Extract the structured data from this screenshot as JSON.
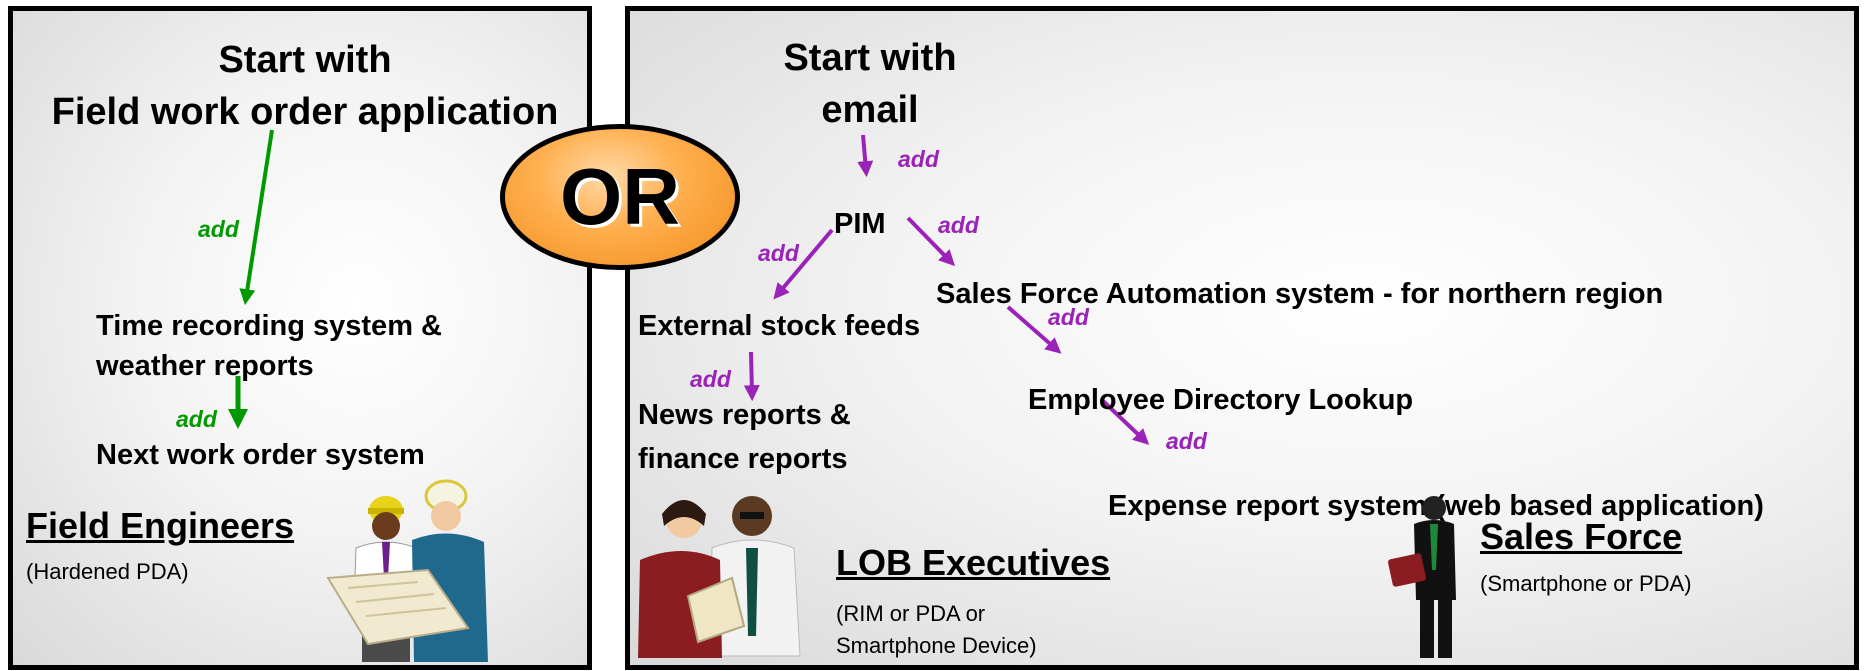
{
  "left": {
    "title_line1": "Start with",
    "title_line2": "Field work order application",
    "node1_line1": "Time recording system &",
    "node1_line2": "weather reports",
    "node2": "Next work order system",
    "add_label": "add",
    "group_name": "Field Engineers",
    "device": "(Hardened PDA)"
  },
  "center": {
    "or_label": "OR"
  },
  "right": {
    "title_line1": "Start with",
    "title_line2": "email",
    "add_label": "add",
    "pim": "PIM",
    "sfa": "Sales Force Automation system - for northern region",
    "stock": "External stock feeds",
    "news_line1": "News reports &",
    "news_line2": "finance reports",
    "directory": "Employee Directory Lookup",
    "expense": "Expense report system (web based application)",
    "lob_group": "LOB Executives",
    "lob_device_line1": "(RIM or PDA or",
    "lob_device_line2": "Smartphone Device)",
    "sales_group": "Sales Force",
    "sales_device": "(Smartphone or PDA)"
  },
  "colors": {
    "green_arrow": "#009a00",
    "purple_arrow": "#9b22b8",
    "or_fill": "#ffb050",
    "border": "#000000"
  },
  "icons": [
    "construction-workers-clipart",
    "business-executives-clipart",
    "businessman-with-briefcase-clipart"
  ]
}
